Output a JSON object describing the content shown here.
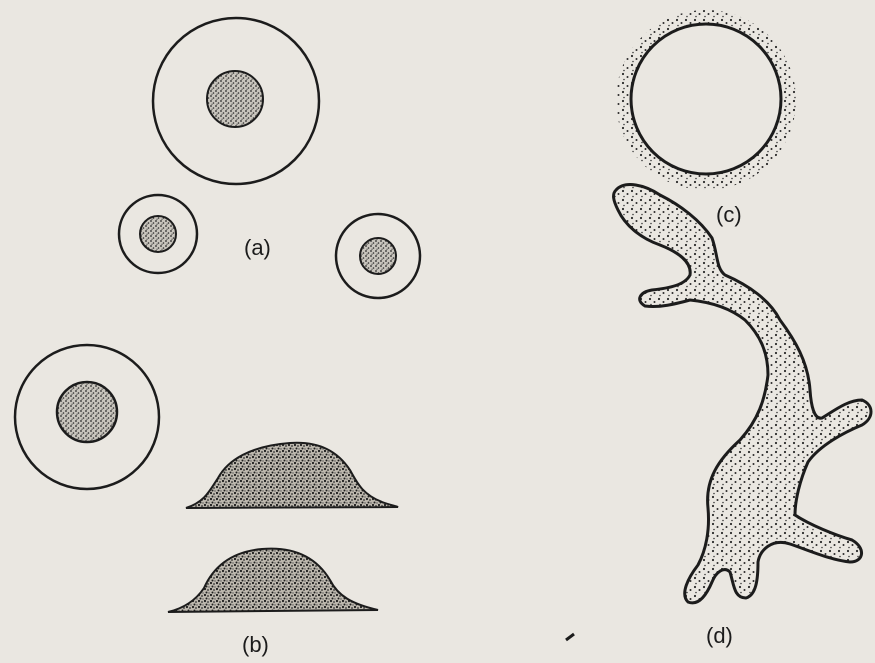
{
  "figure": {
    "labels": {
      "a": "(a)",
      "b": "(b)",
      "c": "(c)",
      "d": "(d)"
    },
    "colors": {
      "background": "#eae7e1",
      "ink": "#1c1c1c"
    }
  }
}
